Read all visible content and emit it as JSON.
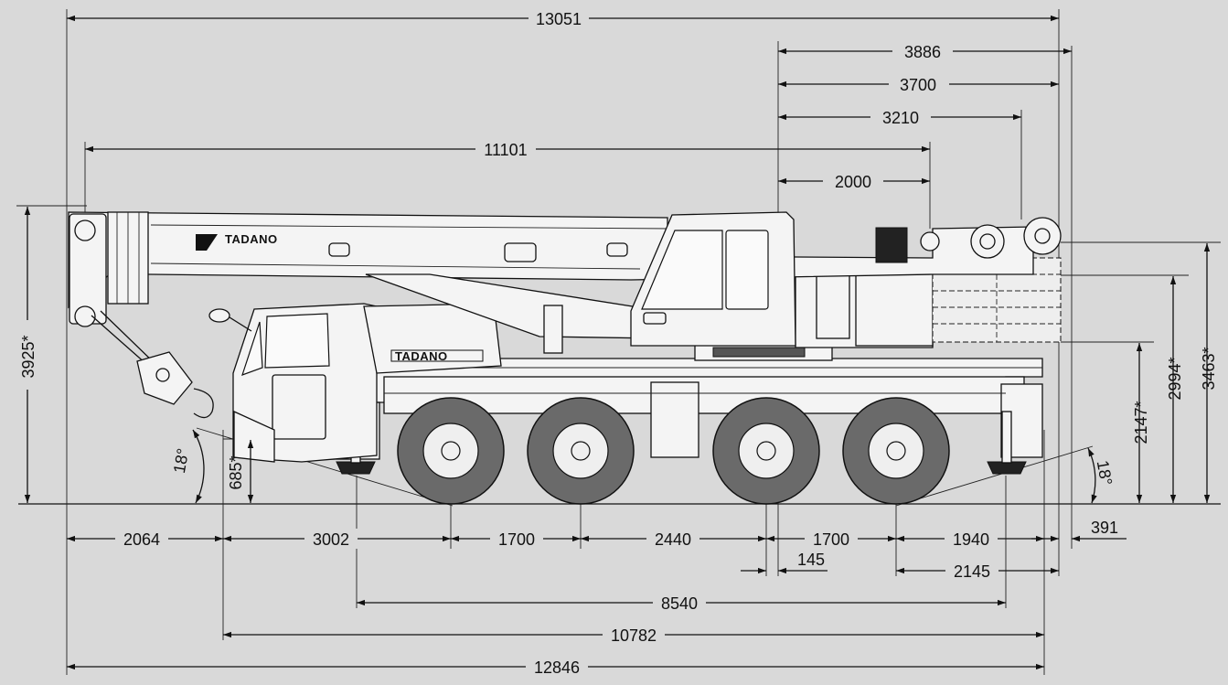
{
  "brand": {
    "logo_text": "TADANO"
  },
  "dimensions": {
    "overall_length_top": "13051",
    "d3886": "3886",
    "d3700": "3700",
    "d3210": "3210",
    "d11101": "11101",
    "d2000": "2000",
    "boom_height": "3925*",
    "hook_ground": "685*",
    "left_angle": "18°",
    "right_angle": "18°",
    "h2147": "2147*",
    "h2994": "2994*",
    "h3463": "3463*",
    "b2064": "2064",
    "b3002": "3002",
    "b1700a": "1700",
    "b2440": "2440",
    "b1700b": "1700",
    "b1940": "1940",
    "b391": "391",
    "b145": "145",
    "b2145": "2145",
    "b8540": "8540",
    "b10782": "10782",
    "b12846": "12846"
  }
}
